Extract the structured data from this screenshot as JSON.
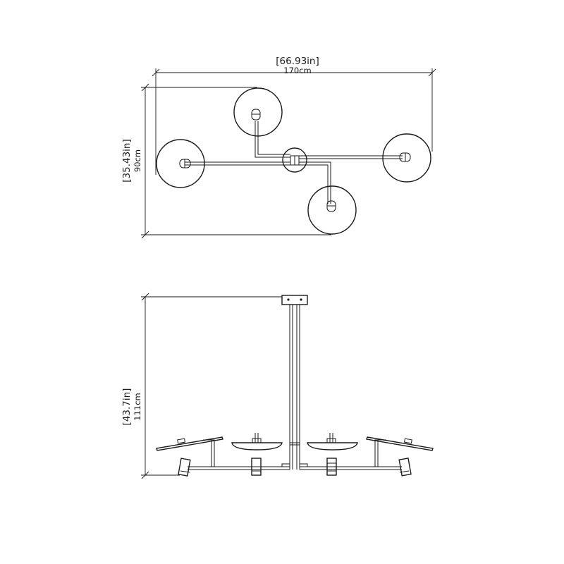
{
  "dimensions": {
    "width_in": "[66.93in]",
    "width_cm": "170cm",
    "depth_in": "[35.43in]",
    "depth_cm": "90cm",
    "height_in": "[43.7in]",
    "height_cm": "111cm"
  },
  "colors": {
    "stroke": "#1a1a1a",
    "background": "#ffffff"
  }
}
